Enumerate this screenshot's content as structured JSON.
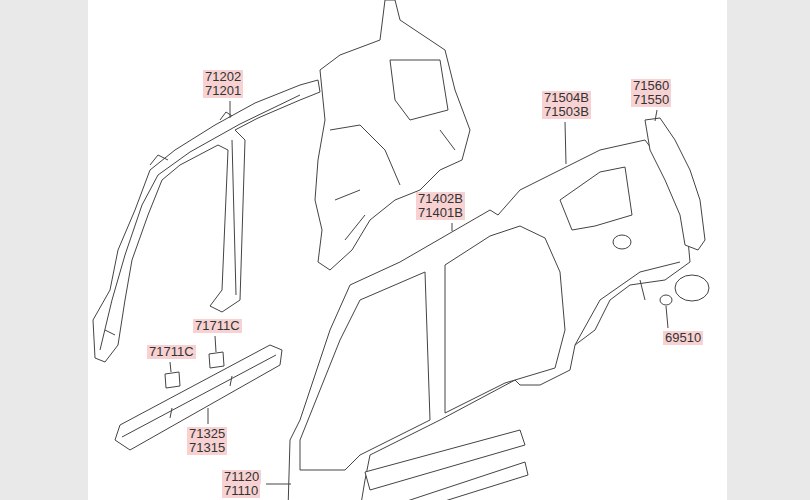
{
  "diagram": {
    "labels": [
      "71202",
      "71201",
      "71560",
      "71550",
      "71504B",
      "71503B",
      "71402B",
      "71401B",
      "71711C",
      "71711C",
      "69510",
      "71325",
      "71315",
      "71120",
      "71110"
    ]
  }
}
